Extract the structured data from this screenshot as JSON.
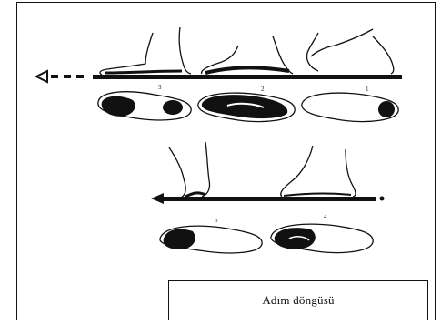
{
  "caption": "Adım döngüsü",
  "step_numbers": {
    "top": [
      "3",
      "2",
      "1"
    ],
    "bottom": [
      "5",
      "4"
    ]
  },
  "colors": {
    "ink": "#111111",
    "paper": "#ffffff"
  },
  "icons": {
    "top_arrow": "dashed-left-arrow-icon",
    "bottom_arrow": "left-arrow-icon"
  }
}
